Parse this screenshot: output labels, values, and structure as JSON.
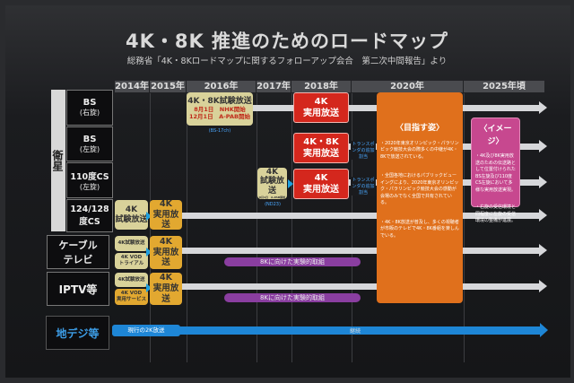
{
  "title": "4K・8K 推進のためのロードマップ",
  "subtitle": "総務省「4K・8Kロードマップに関するフォローアップ会合　第二次中間報告」より",
  "years": [
    "2014年",
    "2015年",
    "2016年",
    "2017年",
    "2018年",
    "2020年",
    "2025年頃"
  ],
  "rows": {
    "satellite_group": "衛星",
    "bs_right": {
      "main": "BS",
      "sub": "(右旋)"
    },
    "bs_left": {
      "main": "BS",
      "sub": "(左旋)"
    },
    "cs110": {
      "main": "110度CS",
      "sub": "(左旋)"
    },
    "cs124": {
      "main": "124/128",
      "main2": "度CS"
    },
    "cable": {
      "main": "ケーブル",
      "main2": "テレビ"
    },
    "iptv": "IPTV等",
    "terrestrial": "地デジ等"
  },
  "boxes": {
    "trial_2016": {
      "title": "4K・8K試験放送",
      "line1": "8月1日　NHK開始",
      "line2": "12月1日　A-PAB開始",
      "note": "(BS-17ch)"
    },
    "red1": {
      "l1": "4K",
      "l2": "実用放送"
    },
    "red2": {
      "l1": "4K・8K",
      "l2": "実用放送"
    },
    "red3": {
      "l1": "4K",
      "l2": "実用放送"
    },
    "transponder_note": "トランスポンダの追加割当",
    "trial_2017": {
      "l1": "4K",
      "l2": "試験放送",
      "tiny": "8月1日　A-PAB開始",
      "note": "(ND23)"
    },
    "cs_trial": {
      "l1": "4K",
      "l2": "試験放送"
    },
    "cs_prod": {
      "l1": "4K",
      "l2": "実用放送"
    },
    "cable_trial": "4K試験放送",
    "cable_vod": {
      "l1": "4K VOD",
      "l2": "トライアル"
    },
    "cable_prod": {
      "l1": "4K",
      "l2": "実用放送"
    },
    "iptv_trial": "4K試験放送",
    "iptv_vod": {
      "l1": "4K VOD",
      "l2": "実用サービス"
    },
    "iptv_prod": {
      "l1": "4K",
      "l2": "実用放送"
    },
    "8k_experiment": "8Kに向けた実験的取組",
    "current_2k": "現行の2K放送",
    "continue": "継続"
  },
  "goal": {
    "heading": "〈目指す姿〉",
    "items": [
      "・2020年東京オリンピック・パラリンピック競技大会の際多くの中継が4K・8Kで放送されている。",
      "・全国各地におけるパブリックビューイングにより、2020年東京オリンピック・パラリンピック競技大会の感動が会場のみでなく全国で共有されている。",
      "・4K・8K放送が普及し、多くの視聴者が市販のテレビで4K・8K番組を楽しんでいる。"
    ]
  },
  "image": {
    "heading": "〈イメージ〉",
    "items": [
      "・4K及び8K実用放送のための伝送路として位置付けられたBS左旋及び110度CS左旋において多様な実用放送実現。",
      "・右旋の受信環境と同程度に左旋の受信環境の整備が進展。"
    ]
  }
}
